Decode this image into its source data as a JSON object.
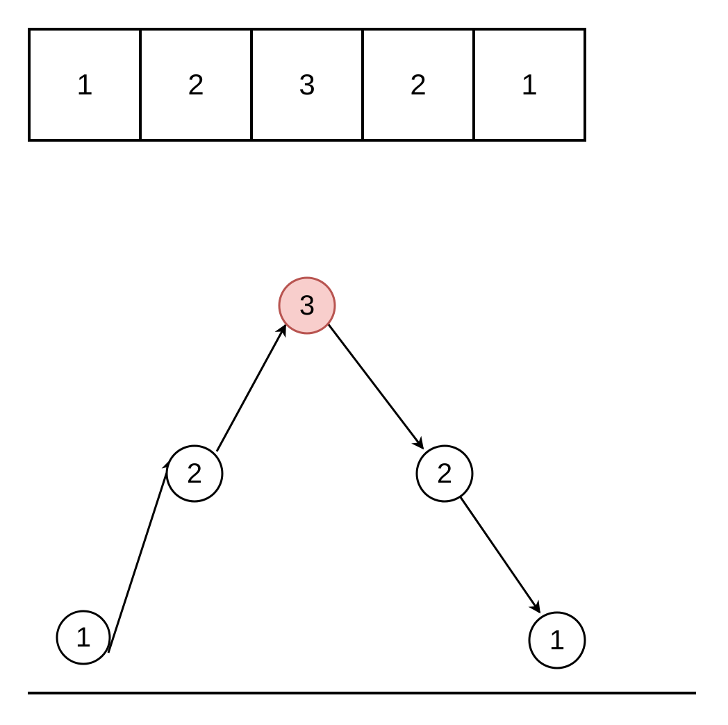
{
  "array": {
    "cells": [
      "1",
      "2",
      "3",
      "2",
      "1"
    ]
  },
  "graph": {
    "nodes": [
      {
        "id": "n1",
        "label": "1",
        "highlight": false
      },
      {
        "id": "n2",
        "label": "2",
        "highlight": false
      },
      {
        "id": "n3",
        "label": "3",
        "highlight": true
      },
      {
        "id": "n4",
        "label": "2",
        "highlight": false
      },
      {
        "id": "n5",
        "label": "1",
        "highlight": false
      }
    ],
    "edges": [
      {
        "from": "n1",
        "to": "n2"
      },
      {
        "from": "n2",
        "to": "n3"
      },
      {
        "from": "n3",
        "to": "n4"
      },
      {
        "from": "n4",
        "to": "n5"
      }
    ]
  },
  "colors": {
    "stroke": "#000000",
    "node_fill": "#ffffff",
    "highlight_fill": "#f8cecc",
    "highlight_stroke": "#b85450"
  }
}
